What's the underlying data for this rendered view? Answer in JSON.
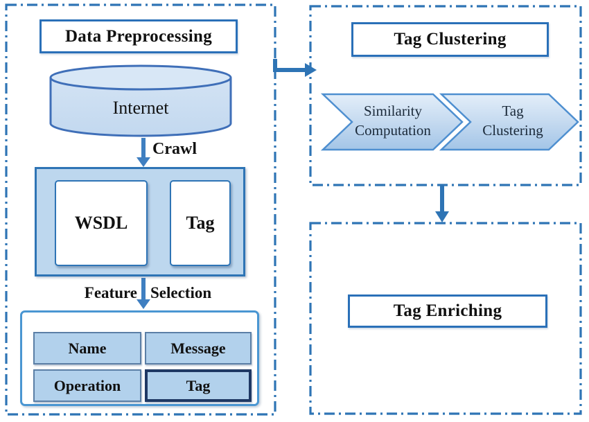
{
  "colors": {
    "accent_blue": "#2e74b5",
    "panel_dash_blue": "#2e74b5",
    "light_fill": "#c9ddf1",
    "container_fill": "#bdd7ee",
    "cell_fill": "#b2d1ec",
    "highlight_navy": "#1f3864",
    "text": "#111111"
  },
  "left_panel": {
    "title": "Data Preprocessing",
    "internet_label": "Internet",
    "crawl_label": "Crawl",
    "wsdl_label": "WSDL",
    "tag_label": "Tag",
    "feature_label": "Feature",
    "selection_label": "Selection",
    "feature_table": {
      "rows": [
        [
          "Name",
          "Message"
        ],
        [
          "Operation",
          "Tag"
        ]
      ]
    }
  },
  "right_top_panel": {
    "title": "Tag Clustering",
    "chevrons": [
      {
        "line1": "Similarity",
        "line2": "Computation"
      },
      {
        "line1": "Tag",
        "line2": "Clustering"
      }
    ]
  },
  "right_bottom_panel": {
    "title": "Tag Enriching"
  }
}
